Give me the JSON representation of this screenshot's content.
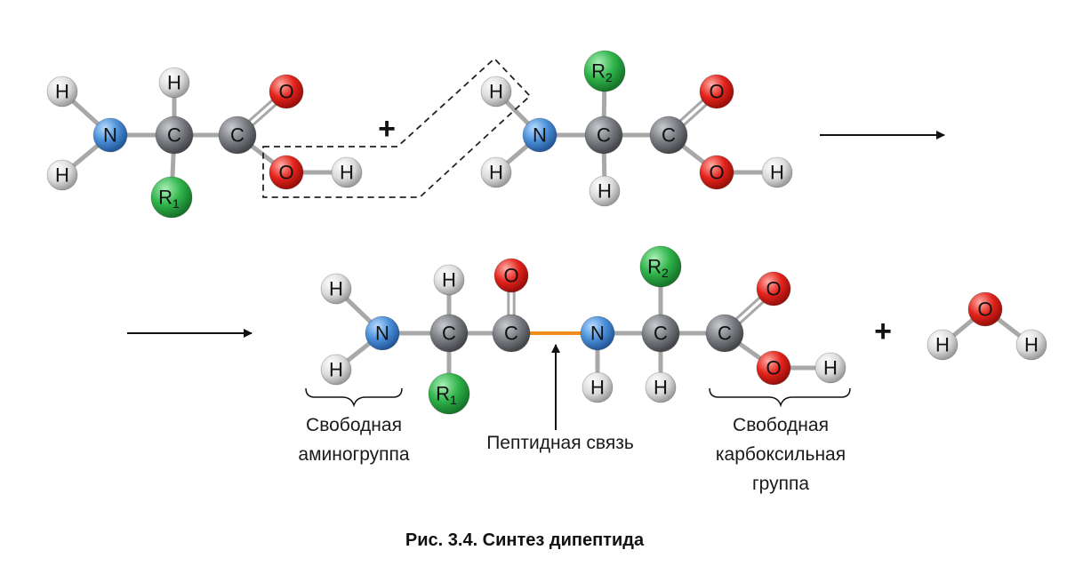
{
  "atoms": {
    "H": "H",
    "C": "C",
    "N": "N",
    "O": "O",
    "R": "R",
    "sub1": "1",
    "sub2": "2"
  },
  "operators": {
    "plus": "+"
  },
  "labels": {
    "free_amino_line1": "Свободная",
    "free_amino_line2": "аминогруппа",
    "peptide_bond": "Пептидная связь",
    "free_carboxyl_line1": "Свободная",
    "free_carboxyl_line2": "карбоксильная",
    "free_carboxyl_line3": "группа"
  },
  "figure_caption": "Рис. 3.4.  Синтез дипептида",
  "colors": {
    "hydrogen": "#dcdcdc",
    "carbon": "#7a7d82",
    "nitrogen": "#4a8fd8",
    "oxygen": "#e3231c",
    "radical": "#2fb34a",
    "bond": "#a8a8a8",
    "peptide_bond": "#f08c1c",
    "line": "#111111"
  }
}
